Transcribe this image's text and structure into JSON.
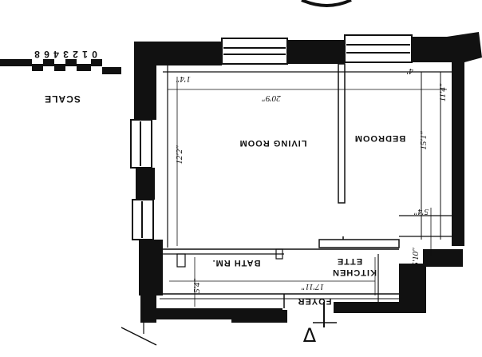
{
  "plan": {
    "rooms": {
      "living_room": "LIVING ROOM",
      "bedroom": "BEDROOM",
      "bath": "BATH RM.",
      "kitchenette_line1": "KITCHEN",
      "kitchenette_line2": "ETTE",
      "foyer": "FOYER"
    },
    "dimensions": {
      "living_width": "20'9\"",
      "living_depth": "12'2\"",
      "bedroom_depth": "15'1\"",
      "bedroom_width_top": "11'4\"",
      "kitchen_width": "5'4\"",
      "kitchen_depth": "5'10\"",
      "foyer_length": "17'11\"",
      "bath_depth": "5'4\"",
      "corner_left": "1'4\"",
      "corner_right": "4'"
    },
    "scale": {
      "label": "SCALE",
      "numbers": "0 1 2 3 4   6   8"
    },
    "entry_mark": "Δ"
  },
  "colors": {
    "ink": "#111111",
    "paper": "#ffffff"
  }
}
